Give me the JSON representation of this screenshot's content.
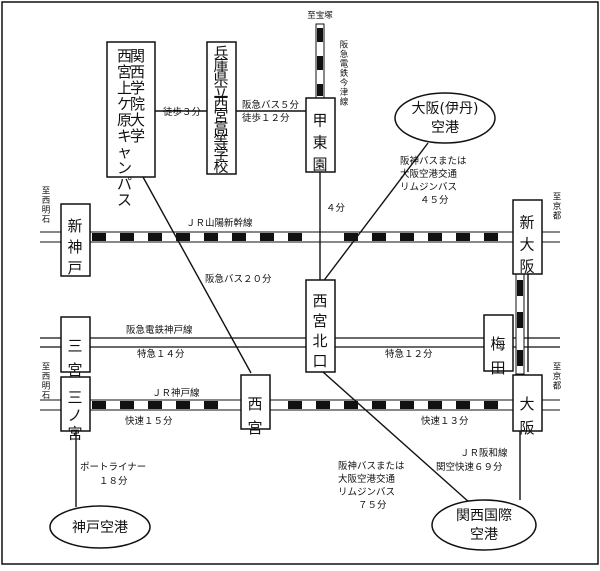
{
  "boxes": {
    "kwansei": "関西学院大学\n西宮上ケ原キャンパス",
    "nishinomiya_hs": "兵庫県立西宮高等学校",
    "koutoen": "甲東園",
    "shin_kobe": "新神戸",
    "shin_osaka": "新大阪",
    "nishinomiya_kitaguchi": "西宮北口",
    "umeda": "梅田",
    "sannomiya_hankyu": "三宮",
    "sannomiya_jr": "三ノ宮",
    "nishinomiya_jr": "西宮",
    "osaka": "大阪"
  },
  "ovals": {
    "itami": "大阪(伊丹)\n空港",
    "kobe_airport": "神戸空港",
    "kansai_airport": "関西国際\n空港"
  },
  "labels": {
    "to_takarazuka": "至宝塚",
    "hankyu_imazu": "阪急電鉄今津線",
    "to_nishi_akashi_1": "至西明石",
    "to_nishi_akashi_2": "至西明石",
    "to_kyoto_1": "至京都",
    "to_kyoto_2": "至京都",
    "walk": "徒歩３分",
    "hankyu_bus_top_1": "阪急バス５分",
    "hankyu_bus_top_2": "徒歩１２分",
    "itami_bus_1": "阪神バスまたは",
    "itami_bus_2": "大阪空港交通",
    "itami_bus_3": "リムジンバス",
    "itami_bus_4": "４５分",
    "four_min": "４分",
    "sanyo_shinkansen": "ＪＲ山陽新幹線",
    "hankyu_bus_20": "阪急バス２０分",
    "hankyu_kobe_line": "阪急電鉄神戸線",
    "tokkyu_14": "特急１４分",
    "tokkyu_12": "特急１２分",
    "jr_kobe_line": "ＪＲ神戸線",
    "kaisoku_15": "快速１５分",
    "kaisoku_13": "快速１３分",
    "kansai_bus_1": "阪神バスまたは",
    "kansai_bus_2": "大阪空港交通",
    "kansai_bus_3": "リムジンバス",
    "kansai_bus_4": "７５分",
    "jr_hanwa_1": "ＪＲ阪和線",
    "jr_hanwa_2": "関空快速６９分",
    "portliner_1": "ポートライナー",
    "portliner_2": "１８分"
  }
}
